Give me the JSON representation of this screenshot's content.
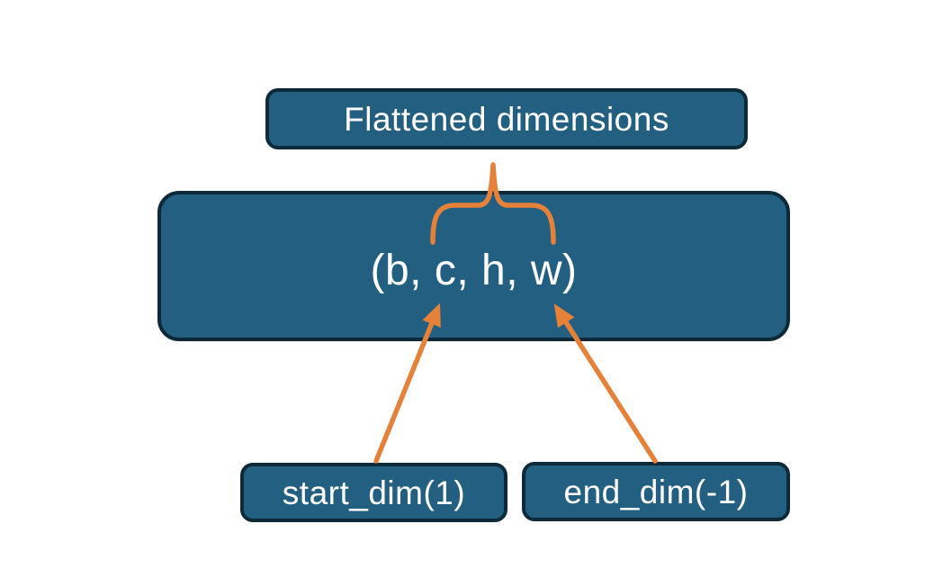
{
  "diagram": {
    "title_box": {
      "label": "Flattened dimensions"
    },
    "tensor_box": {
      "label": "(b, c, h, w)"
    },
    "start_box": {
      "label": "start_dim(1)"
    },
    "end_box": {
      "label": "end_dim(-1)"
    },
    "connectors": [
      {
        "type": "brace",
        "from": "title_box",
        "to": "tensor_box",
        "meaning": "span of flattened dimensions c, h, w"
      },
      {
        "type": "arrow",
        "from": "start_box",
        "to": "tensor_box dimension c"
      },
      {
        "type": "arrow",
        "from": "end_box",
        "to": "tensor_box dimension w"
      }
    ],
    "colors": {
      "box_fill": "#235f80",
      "box_border": "#0e2a38",
      "connector": "#e6813a",
      "text": "#ffffff",
      "background": "#ffffff"
    }
  }
}
